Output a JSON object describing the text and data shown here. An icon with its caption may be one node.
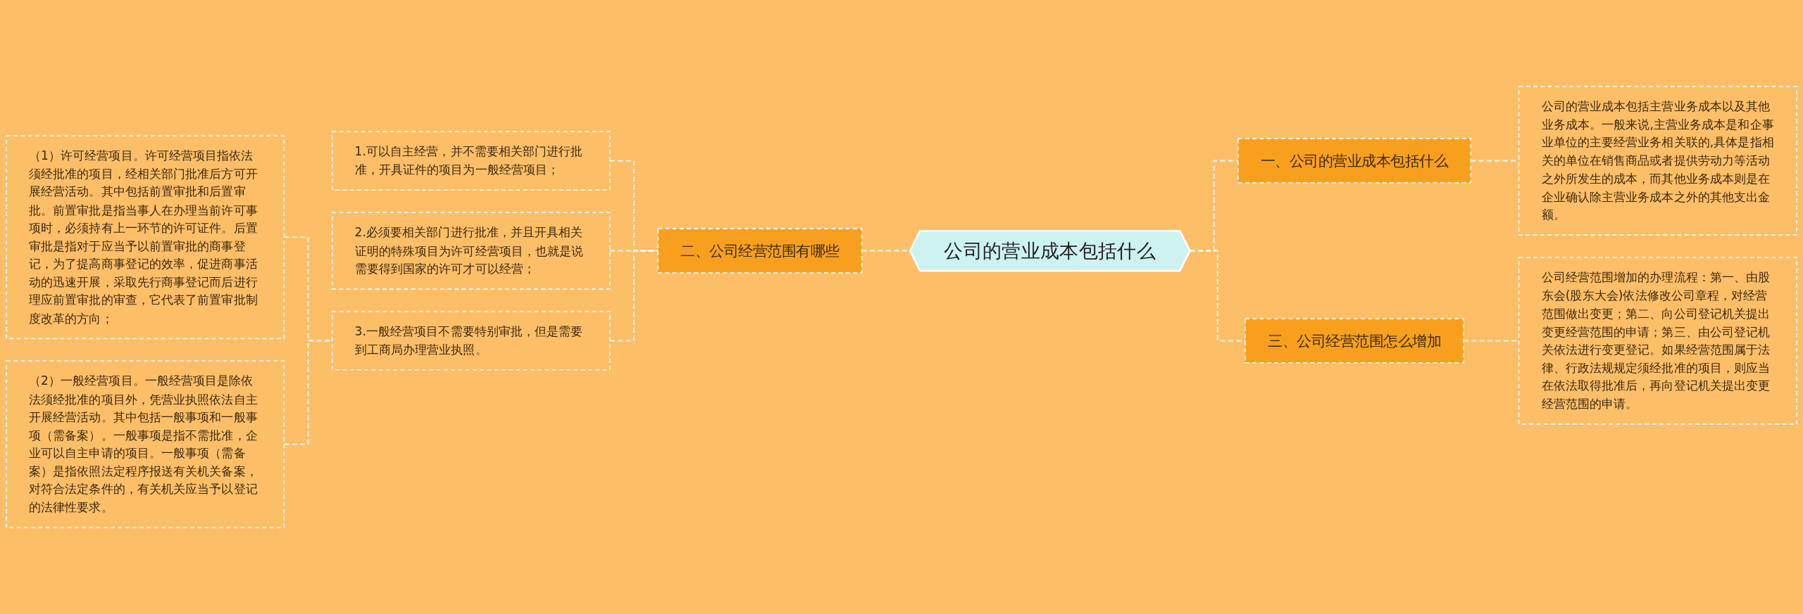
{
  "diagram": {
    "nodes": [
      {
        "text": [
          "公司的营业成本包括什么"
        ]
      },
      {
        "text": [
          "一、公司的营业成本包括什么"
        ]
      },
      {
        "text": [
          "公司的营业成本包括主营业务成本以及其他业务成本。一般来说,主营业务成本是和企事业单位的主要经营业务相关联的,具体是指相关的单位在销售商品或者提供劳动力等活动之外所发生的成本，而其他业务成本则是在企业确认除主营业务成本之外的其他支出金额。"
        ]
      },
      {
        "text": [
          "二、公司经营范围有哪些"
        ]
      },
      {
        "text": [
          "1.可以自主经营，并不需要相关部门进行批准，开具证件的项目为一般经营项目；"
        ]
      },
      {
        "text": [
          "2.必须要相关部门进行批准，并且开具相关证明的特殊项目为许可经营项目，也就是说需要得到国家的许可才可以经营；"
        ]
      },
      {
        "text": [
          "3.一般经营项目不需要特别审批，但是需要到工商局办理营业执照。"
        ]
      },
      {
        "text": [
          "（1）许可经营项目。许可经营项目指依法须经批准的项目，经相关部门批准后方可开展经营活动。其中包括前置审批和后置审批。前置审批是指当事人在办理当前许可事项时，必须持有上一环节的许可证件。后置审批是指对于应当予以前置审批的商事登记，为了提高商事登记的效率，促进商事活动的迅速开展，采取先行商事登记而后进行理应前置审批的审查，它代表了前置审批制度改革的方向；"
        ]
      },
      {
        "text": [
          "（2）一般经营项目。一般经营项目是除依法须经批准的项目外，凭营业执照依法自主开展经营活动。其中包括一般事项和一般事项（需备案）。一般事项是指不需批准，企业可以自主申请的项目。一般事项（需备案）是指依照法定程序报送有关机关备案，对符合法定条件的，有关机关应当予以登记的法律性要求。"
        ]
      },
      {
        "text": [
          "三、公司经营范围怎么增加"
        ]
      },
      {
        "text": [
          "公司经营范围增加的办理流程：第一、由股东会(股东大会)依法修改公司章程，对经营范围做出变更；第二、向公司登记机关提出变更经营范围的申请；第三、由公司登记机关依法进行变更登记。如果经营范围属于法律、行政法规规定须经批准的项目，则应当在依法取得批准后，再向登记机关提出变更经营范围的申请。"
        ]
      }
    ],
    "edges": [
      {
        "from": 0,
        "to": 1,
        "arrow": "none",
        "style": "dashed"
      },
      {
        "from": 1,
        "to": 2,
        "arrow": "none",
        "style": "dashed"
      },
      {
        "from": 3,
        "to": 0,
        "arrow": "none",
        "style": "dashed"
      },
      {
        "from": 4,
        "to": 3,
        "arrow": "none",
        "style": "dashed"
      },
      {
        "from": 5,
        "to": 3,
        "arrow": "none",
        "style": "dashed"
      },
      {
        "from": 6,
        "to": 3,
        "arrow": "none",
        "style": "dashed"
      },
      {
        "from": 7,
        "to": 6,
        "arrow": "none",
        "style": "dashed"
      },
      {
        "from": 8,
        "to": 6,
        "arrow": "none",
        "style": "dashed"
      },
      {
        "from": 0,
        "to": 9,
        "arrow": "none",
        "style": "dashed"
      },
      {
        "from": 9,
        "to": 10,
        "arrow": "none",
        "style": "dashed"
      }
    ]
  }
}
